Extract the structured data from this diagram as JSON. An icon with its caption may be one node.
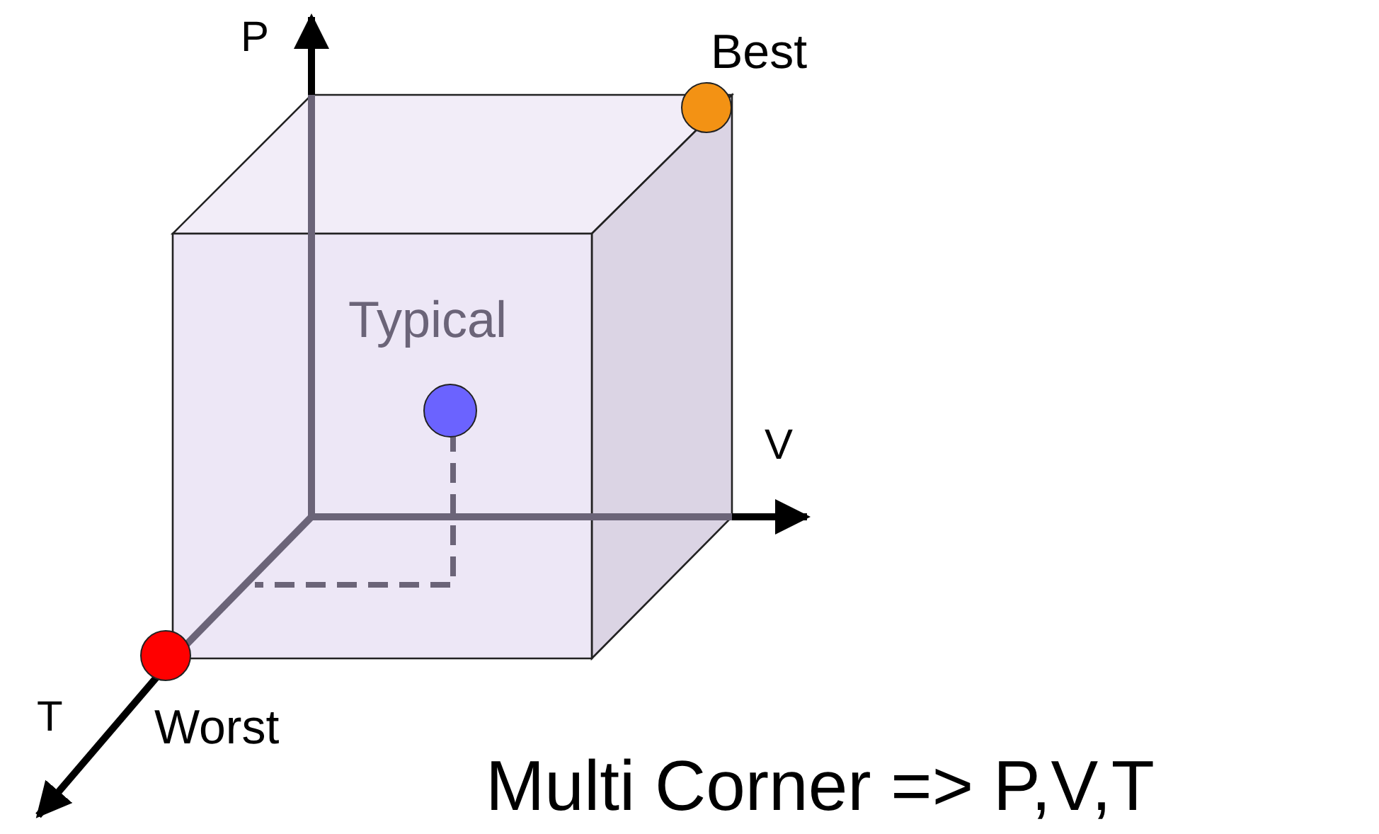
{
  "diagram": {
    "caption": "Multi Corner => P,V,T",
    "nodes": [
      {
        "text": [
          "Best"
        ]
      },
      {
        "text": [
          "Typical"
        ]
      },
      {
        "text": [
          "Worst"
        ]
      }
    ],
    "labels": [
      "P",
      "V",
      "T"
    ]
  }
}
